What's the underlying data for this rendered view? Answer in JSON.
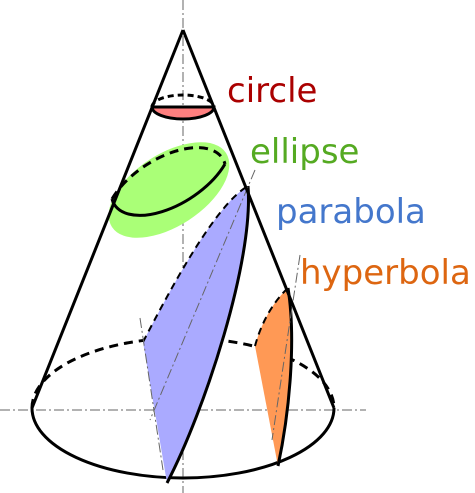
{
  "labels": {
    "circle": "circle",
    "ellipse": "ellipse",
    "parabola": "parabola",
    "hyperbola": "hyperbola"
  },
  "colors": {
    "circle_fill": "#ff7f7f",
    "circle_text": "#aa0000",
    "ellipse_fill": "#aaff77",
    "ellipse_text": "#55aa22",
    "parabola_fill": "#aaaaff",
    "parabola_text": "#4477cc",
    "hyperbola_fill": "#ff9955",
    "hyperbola_text": "#dd6611",
    "outline": "#000000",
    "axis": "#666666"
  }
}
